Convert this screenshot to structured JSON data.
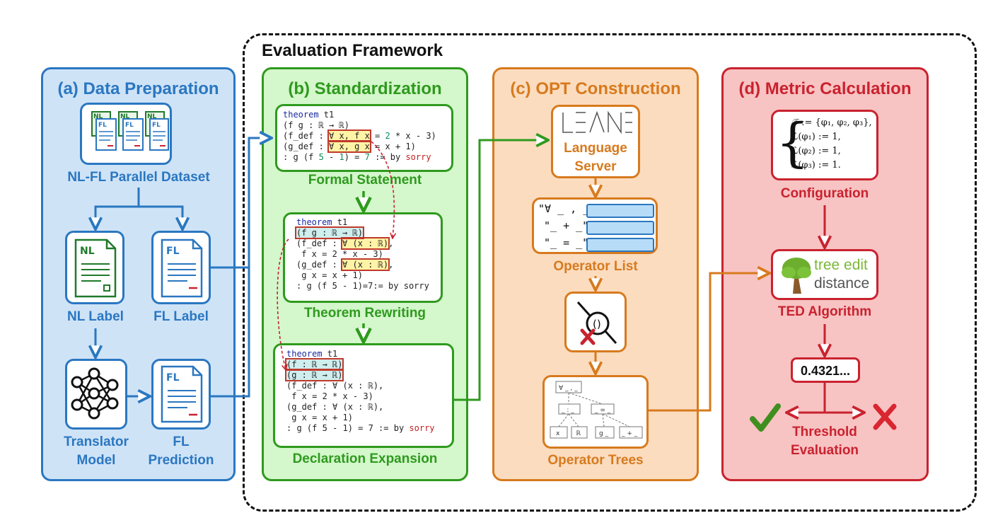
{
  "framework": {
    "title": "Evaluation Framework"
  },
  "panels": {
    "a": {
      "title": "(a) Data Preparation",
      "dataset_label": "NL-FL Parallel Dataset",
      "nl_label": "NL Label",
      "fl_label": "FL Label",
      "translator_line1": "Translator",
      "translator_line2": "Model",
      "prediction_line1": "FL",
      "prediction_line2": "Prediction",
      "doc_tag_nl": "NL",
      "doc_tag_fl": "FL"
    },
    "b": {
      "title": "(b) Standardization",
      "formal_statement": "Formal Statement",
      "theorem_rewriting": "Theorem Rewriting",
      "declaration_expansion": "Declaration Expansion",
      "code1": {
        "l1a": "theorem",
        "l1b": " t1",
        "l2": "(f g : ℝ → ℝ)",
        "l3a": "(f_def : ",
        "l3b": "∀ x, f x",
        "l3c": " = ",
        "l3d": "2",
        "l3e": " * x - 3)",
        "l4a": "(g_def : ",
        "l4b": "∀ x, g x",
        "l4c": " = x + 1)",
        "l5a": ": g (f ",
        "l5b": "5",
        "l5c": " - ",
        "l5d": "1",
        "l5e": ") = ",
        "l5f": "7",
        "l5g": " := by ",
        "l5h": "sorry"
      },
      "code2": {
        "l1a": "theorem",
        "l1b": " t1",
        "l2": "(f g : ℝ → ℝ)",
        "l3a": "(f_def : ",
        "l3b": "∀ (x : ℝ)",
        "l3c": ",",
        "l4": " f x = 2 * x - 3)",
        "l5a": "(g_def : ",
        "l5b": "∀ (x : ℝ)",
        "l5c": ",",
        "l6": " g x = x + 1)",
        "l7": ": g (f 5 - 1)=7:= by sorry"
      },
      "code3": {
        "l1a": "theorem",
        "l1b": " t1",
        "l2": "(f : ℝ → ℝ)",
        "l3": "(g : ℝ → ℝ)",
        "l4": "(f_def : ∀ (x : ℝ),",
        "l5": " f x = 2 * x - 3)",
        "l6": "(g_def : ∀ (x : ℝ),",
        "l7": " g x = x + 1)",
        "l8a": ": g (f 5 - 1) = 7 := by ",
        "l8b": "sorry"
      }
    },
    "c": {
      "title": "(c) OPT Construction",
      "lean_logo": "LEAN",
      "server_line1": "Language",
      "server_line2": "Server",
      "op1": "\"∀ _ , _\"",
      "op2": "\"_ + _\"",
      "op3": "\"_ = _\"",
      "operator_list": "Operator List",
      "operator_trees": "Operator Trees",
      "tree_nodes": [
        "∀ _ , _",
        "_ : _",
        "_ = _",
        "x",
        "ℝ",
        "g _",
        "_ + _"
      ]
    },
    "d": {
      "title": "(d) Metric Calculation",
      "config_lines": [
        "𝒯 := {φ₁, φ₂, φ₃},",
        "ℒ(φ₁) := 1,",
        "ℒ(φ₂) := 1,",
        "ℒ(φ₃) := 1."
      ],
      "configuration": "Configuration",
      "ted_line1": "tree edit",
      "ted_line2": "distance",
      "ted_algorithm": "TED Algorithm",
      "score": "0.4321...",
      "threshold_line1": "Threshold",
      "threshold_line2": "Evaluation"
    }
  },
  "colors": {
    "blue": "#2a77c1",
    "blue_fill": "#cfe3f7",
    "green": "#2f9a1e",
    "green_fill": "#d4f7cc",
    "orange": "#d77a1e",
    "orange_fill": "#fbdcbf",
    "red": "#c9222f",
    "red_fill": "#f8c3c3"
  }
}
